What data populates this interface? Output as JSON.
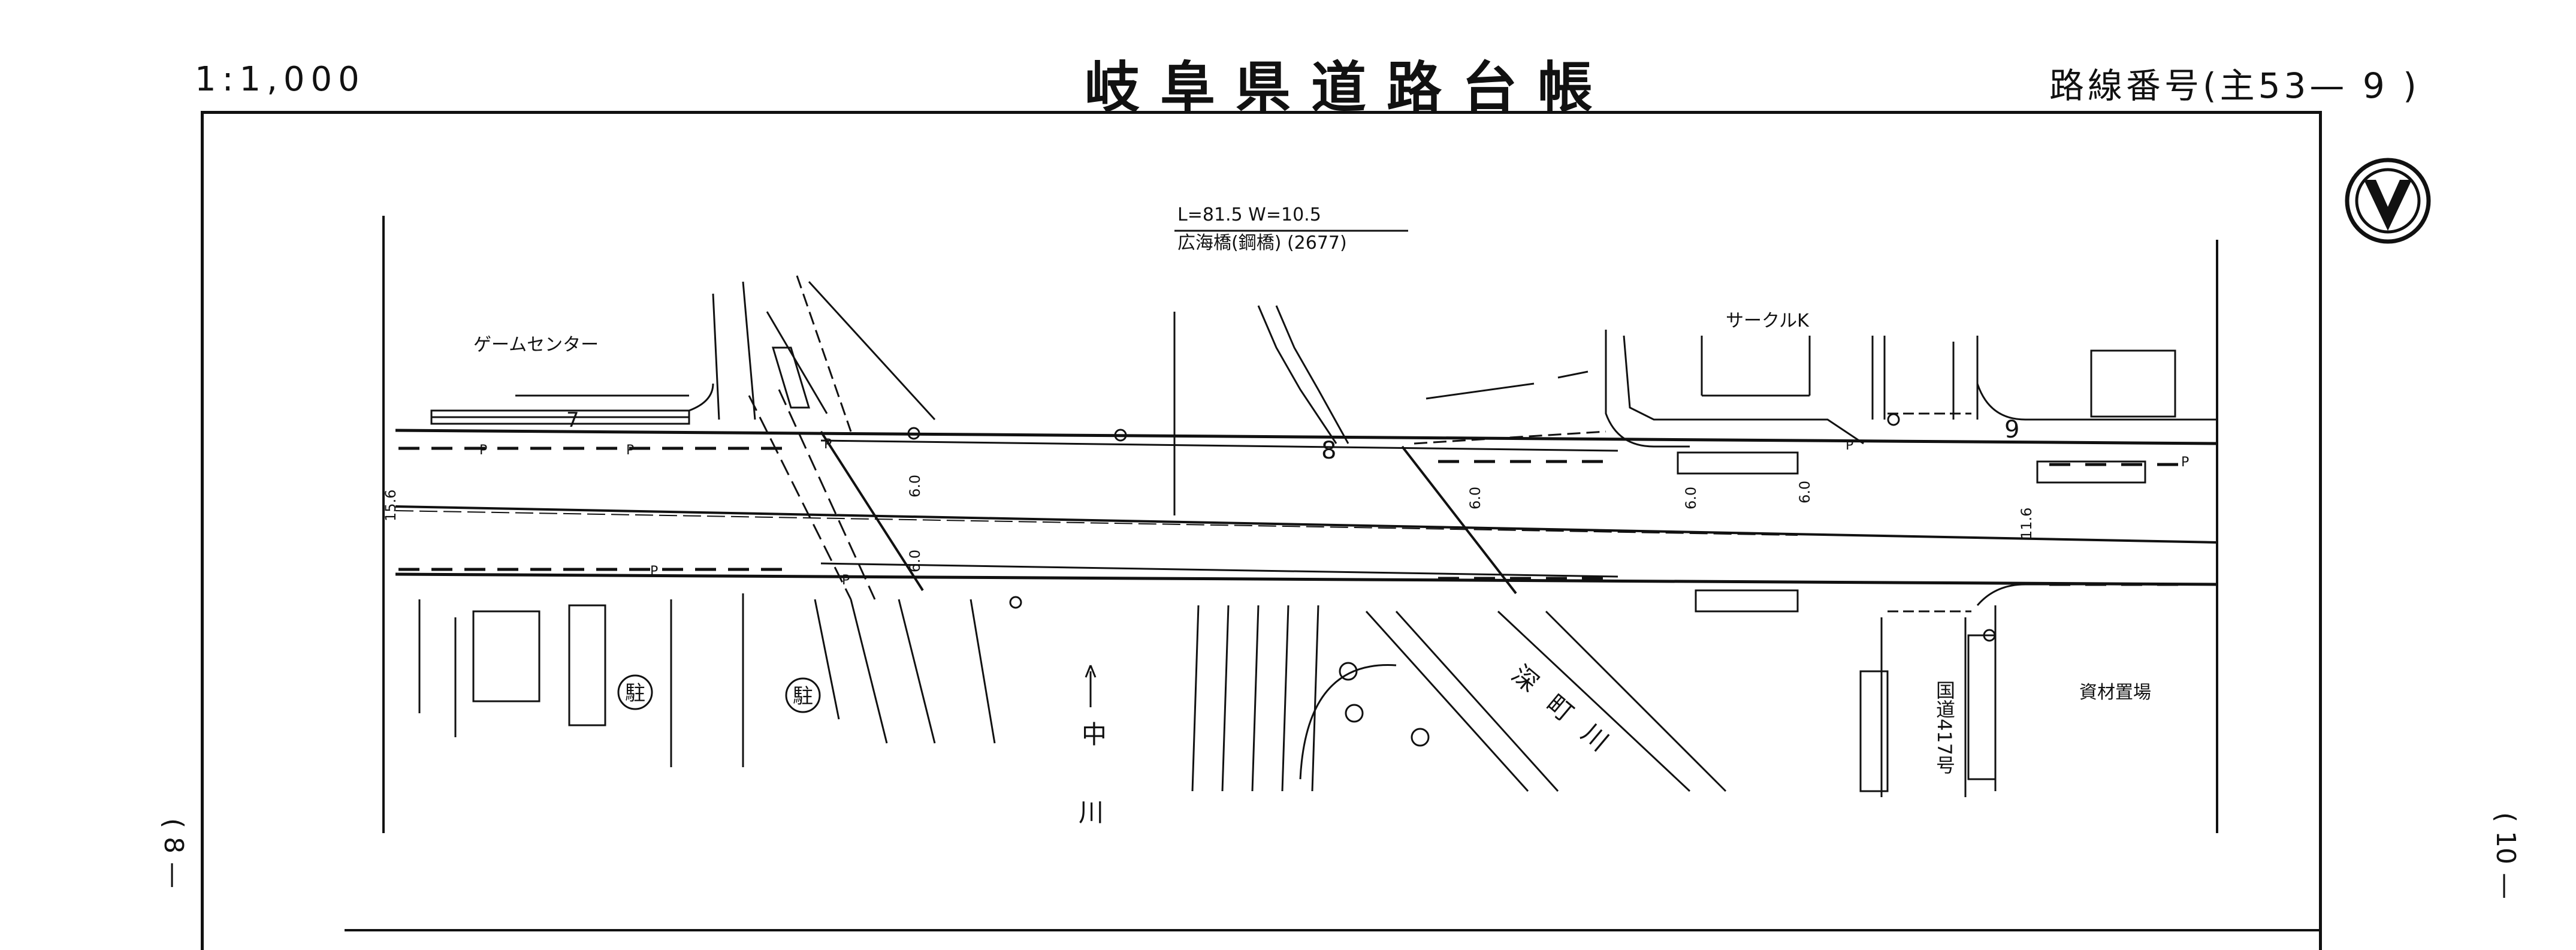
{
  "header": {
    "scale": "1:1,000",
    "title": "岐阜県道路台帳",
    "route_number": "路線番号(主53— 9 )"
  },
  "sheet_refs": {
    "left": "( 8 —",
    "right": "( 10 —"
  },
  "map": {
    "bridge": {
      "dims": "L=81.5 W=10.5",
      "name": "広海橋(鋼橋) (2677)"
    },
    "places": {
      "game_center": "ゲームセンター",
      "circle_k": "サークルK",
      "materials_yard": "資材置場",
      "national_route": "国道417号"
    },
    "rivers": {
      "naka_1": "中",
      "naka_2": "川",
      "fukamachi": "深町川"
    },
    "parking_symbol": "駐",
    "width_labels": {
      "w6": "6.0",
      "w15_6": "15.6",
      "w11_6": "11.6"
    },
    "station_numbers": {
      "s7": "7",
      "s8": "8",
      "s9": "9"
    },
    "marker_p": "P"
  }
}
